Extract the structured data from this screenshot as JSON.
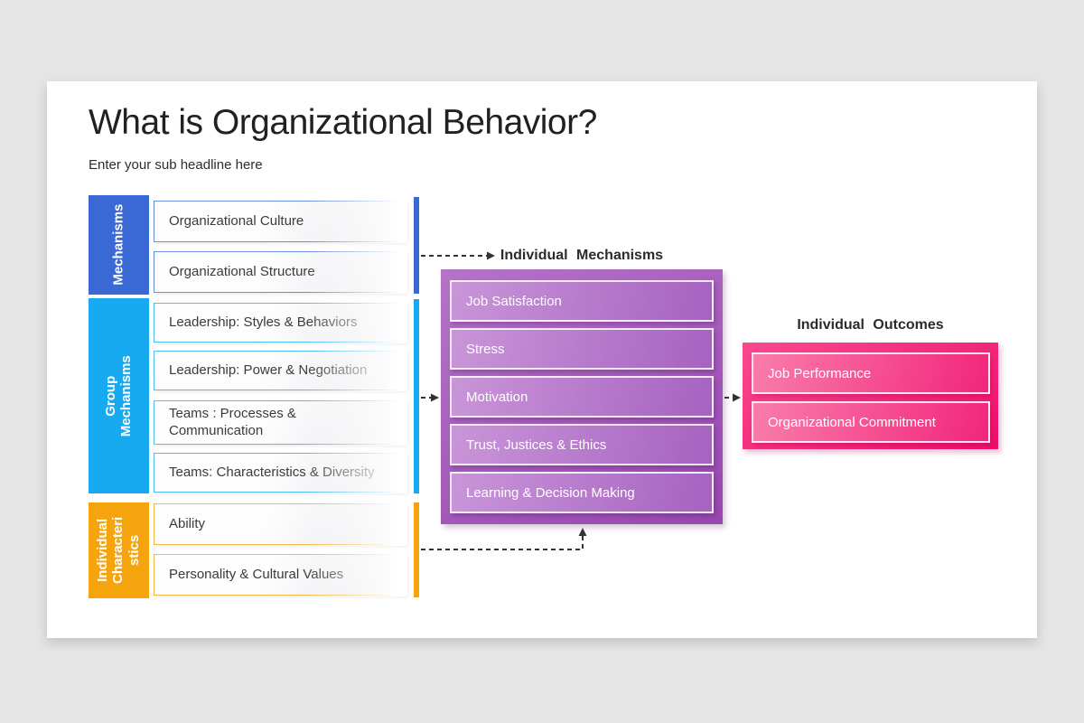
{
  "slide": {
    "title": "What is Organizational Behavior?",
    "subtitle": "Enter your sub headline here"
  },
  "groups": [
    {
      "label": "Mechanisms",
      "color": "#3a69d6",
      "items": [
        "Organizational Culture",
        "Organizational Structure"
      ]
    },
    {
      "label": "Group Mechanisms",
      "color": "#18aaf0",
      "items": [
        "Leadership: Styles & Behaviors",
        "Leadership: Power & Negotiation",
        "Teams : Processes & Communication",
        "Teams: Characteristics & Diversity"
      ]
    },
    {
      "label": "Individual\nCharacteri\nstics",
      "color": "#f6a40e",
      "items": [
        "Ability",
        "Personality & Cultural Values"
      ]
    }
  ],
  "individual_mechanisms": {
    "title": "Individual Mechanisms",
    "color_start": "#b573c8",
    "color_end": "#9747ae",
    "items": [
      "Job Satisfaction",
      "Stress",
      "Motivation",
      "Trust, Justices & Ethics",
      "Learning & Decision Making"
    ]
  },
  "individual_outcomes": {
    "title": "Individual Outcomes",
    "color_start": "#f94a8f",
    "color_end": "#ee0d6b",
    "items": [
      "Job Performance",
      "Organizational Commitment"
    ]
  },
  "arrow_color": "#333333"
}
